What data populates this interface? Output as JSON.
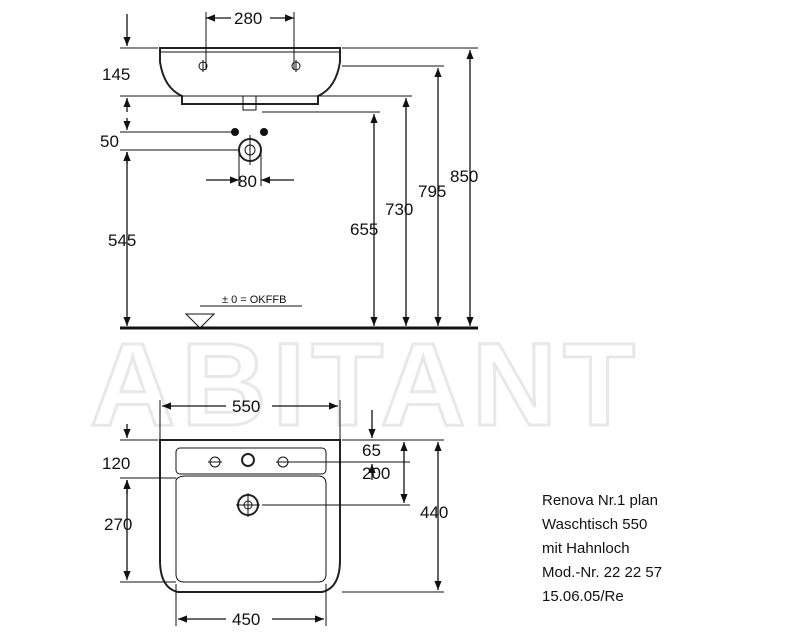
{
  "watermark": "ABITANT",
  "front_view": {
    "dims": {
      "tap_spacing": "280",
      "basin_height": "145",
      "waste_to_rim_gap": "50",
      "waste_width": "80",
      "waste_height": "545",
      "h655": "655",
      "h730": "730",
      "h795": "795",
      "h850": "850"
    },
    "floor_label": "± 0 = OKFFB"
  },
  "top_view": {
    "dims": {
      "width_550": "550",
      "depth_120": "120",
      "inset_65": "65",
      "depth_200": "200",
      "depth_270": "270",
      "depth_440": "440",
      "width_450": "450"
    }
  },
  "title_block": {
    "line1": "Renova Nr.1 plan",
    "line2": "Waschtisch 550",
    "line3": "mit Hahnloch",
    "line4": "Mod.-Nr. 22 22 57",
    "line5": "15.06.05/Re"
  }
}
